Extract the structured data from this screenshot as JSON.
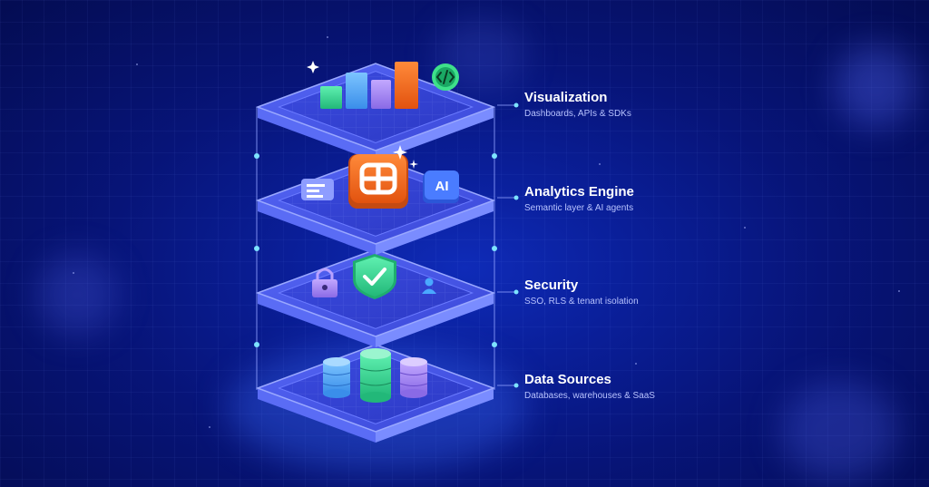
{
  "layers": [
    {
      "title": "Visualization",
      "subtitle": "Dashboards, APIs & SDKs"
    },
    {
      "title": "Analytics Engine",
      "subtitle": "Semantic layer & AI agents"
    },
    {
      "title": "Security",
      "subtitle": "SSO, RLS & tenant isolation"
    },
    {
      "title": "Data Sources",
      "subtitle": "Databases, warehouses & SaaS"
    }
  ],
  "icons": {
    "visualization": [
      "bar-chart-icon",
      "code-icon",
      "sparkle-icon"
    ],
    "analytics": [
      "document-icon",
      "app-logo-icon",
      "ai-badge-icon",
      "sparkle-icon"
    ],
    "security": [
      "lock-icon",
      "shield-check-icon",
      "user-icon"
    ],
    "data": [
      "database-icon",
      "database-icon",
      "database-icon"
    ]
  },
  "ai_badge_text": "AI",
  "colors": {
    "background": "#071478",
    "platform_top": "#4a5cf0",
    "platform_side": "#6b7dff",
    "accent_orange": "#f26a1b",
    "accent_green": "#2fd08a",
    "accent_blue": "#4aa8ff",
    "accent_purple": "#9b7cf0"
  }
}
